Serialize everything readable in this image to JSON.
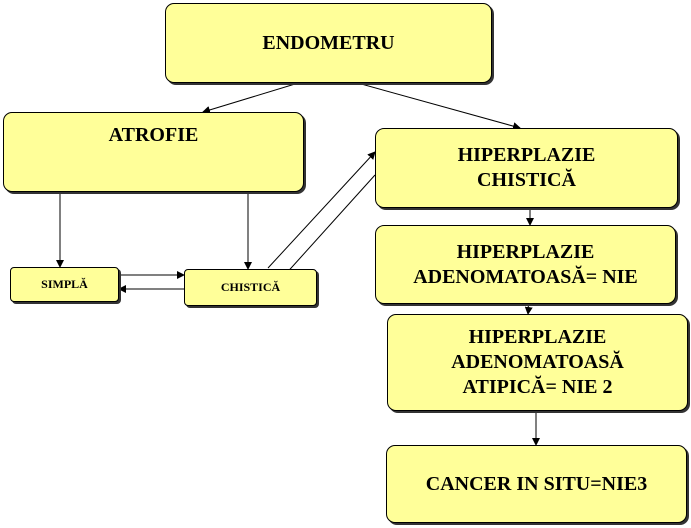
{
  "nodes": {
    "endometru": "ENDOMETRU",
    "atrofie": "ATROFIE",
    "simpla": "SIMPLĂ",
    "chistica_small": "CHISTICĂ",
    "hiperplazie_chistica": [
      "HIPERPLAZIE",
      "CHISTICĂ"
    ],
    "hiperplazie_adenomatoasa": [
      "HIPERPLAZIE",
      "ADENOMATOASĂ= NIE"
    ],
    "hiperplazie_atipica": [
      "HIPERPLAZIE",
      "ADENOMATOASĂ",
      "ATIPICĂ= NIE 2"
    ],
    "cancer_in_situ": "CANCER IN SITU=NIE3"
  },
  "colors": {
    "box_fill": "#ffff99",
    "border": "#000000",
    "arrow": "#000000"
  }
}
